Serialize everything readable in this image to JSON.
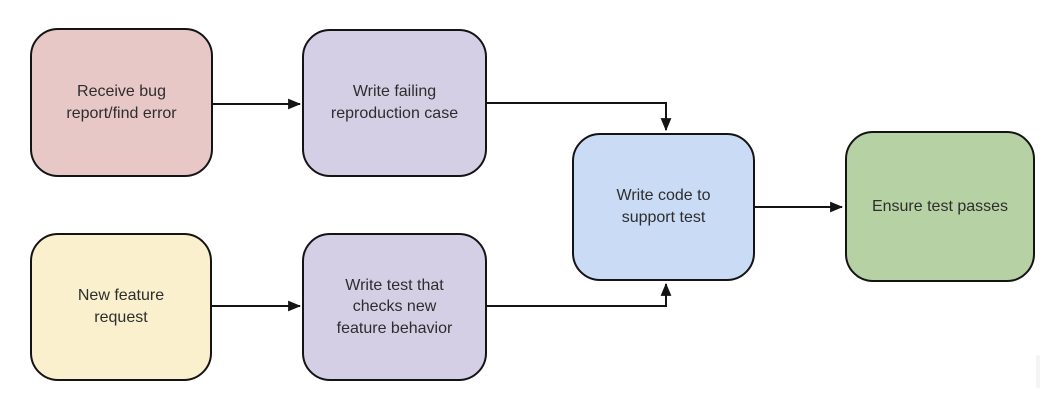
{
  "diagram": {
    "type": "flowchart",
    "background_color": "#ffffff",
    "connector_color": "#141414",
    "nodes": [
      {
        "id": "receive-bug-report",
        "label": "Receive bug\nreport/find error",
        "fill": "#e8c8c7"
      },
      {
        "id": "write-failing-reproduction-case",
        "label": "Write failing\nreproduction case",
        "fill": "#d5cfe5"
      },
      {
        "id": "new-feature-request",
        "label": "New feature\nrequest",
        "fill": "#faf0cd"
      },
      {
        "id": "write-test-checks-new-feature",
        "label": "Write test that\nchecks new\nfeature behavior",
        "fill": "#d5cfe5"
      },
      {
        "id": "write-code-to-support-test",
        "label": "Write code to\nsupport test",
        "fill": "#cadbf5"
      },
      {
        "id": "ensure-test-passes",
        "label": "Ensure test passes",
        "fill": "#b6d2a4"
      }
    ],
    "edges": [
      {
        "from": "receive-bug-report",
        "to": "write-failing-reproduction-case"
      },
      {
        "from": "new-feature-request",
        "to": "write-test-checks-new-feature"
      },
      {
        "from": "write-failing-reproduction-case",
        "to": "write-code-to-support-test"
      },
      {
        "from": "write-test-checks-new-feature",
        "to": "write-code-to-support-test"
      },
      {
        "from": "write-code-to-support-test",
        "to": "ensure-test-passes"
      }
    ]
  }
}
